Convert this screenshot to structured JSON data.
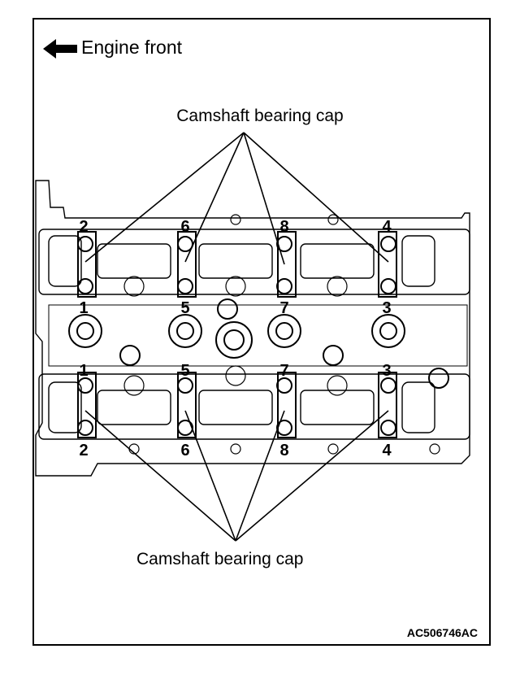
{
  "engine_front_label": "Engine front",
  "bearing_cap_top_label": "Camshaft bearing cap",
  "bearing_cap_bottom_label": "Camshaft bearing cap",
  "figure_code": "AC506746AC",
  "bolt_numbers": {
    "top_row_upper": [
      "2",
      "6",
      "8",
      "4"
    ],
    "top_row_lower": [
      "1",
      "5",
      "7",
      "3"
    ],
    "bottom_row_upper": [
      "1",
      "5",
      "7",
      "3"
    ],
    "bottom_row_lower": [
      "2",
      "6",
      "8",
      "4"
    ]
  }
}
